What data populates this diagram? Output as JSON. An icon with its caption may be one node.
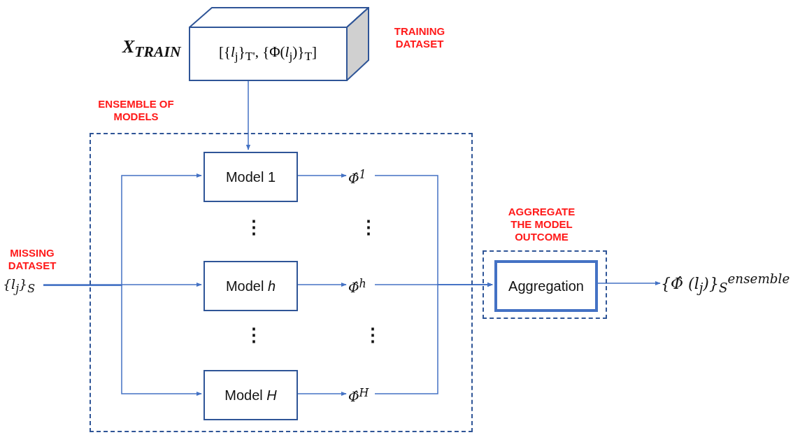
{
  "diagram": {
    "nodes": [
      {
        "text": [
          "ENSEMBLE OF MODELS"
        ]
      },
      {
        "text": [
          "[{*l*$_{j}$}$_{T'}$, {Φ(*l*$_{j}$)}$_{T}$]"
        ],
        "beside": [
          "X$_{TRAIN}$",
          "TRAINING DATASET"
        ]
      },
      {
        "text": [
          "Model 1"
        ],
        "in": 0
      },
      {
        "text": [
          "Model *h*"
        ],
        "in": 0
      },
      {
        "text": [
          "Model *H*"
        ],
        "in": 0
      },
      {
        "text": [
          "Φ̂$^{1}$"
        ],
        "in": 0
      },
      {
        "text": [
          "Φ̂$^{h}$"
        ],
        "in": 0
      },
      {
        "text": [
          "Φ̂$^{H}$"
        ],
        "in": 0
      },
      {
        "text": [
          "{*l*$_{j}$}$_{S}$"
        ],
        "beside": [
          "MISSING DATASET"
        ]
      },
      {
        "text": [
          "AGGREGATE THE MODEL OUTCOME"
        ]
      },
      {
        "text": [
          "Aggregation"
        ],
        "in": 9
      },
      {
        "text": [
          "{*Φ̂* (*l*$_{j}$)}$_{S}$$^{ensemble}$"
        ]
      }
    ],
    "edges": [
      {
        "from": 1,
        "to": 2,
        "arrow": "to"
      },
      {
        "from": 8,
        "to": 2,
        "arrow": "to"
      },
      {
        "from": 8,
        "to": 3,
        "arrow": "to"
      },
      {
        "from": 8,
        "to": 4,
        "arrow": "to"
      },
      {
        "from": 2,
        "to": 5,
        "arrow": "to"
      },
      {
        "from": 3,
        "to": 6,
        "arrow": "to"
      },
      {
        "from": 4,
        "to": 7,
        "arrow": "to"
      },
      {
        "from": 5,
        "to": 10,
        "arrow": "to"
      },
      {
        "from": 6,
        "to": 10,
        "arrow": "to"
      },
      {
        "from": 7,
        "to": 10,
        "arrow": "to"
      },
      {
        "from": 10,
        "to": 11,
        "arrow": "to"
      }
    ],
    "labels": [
      "⋮",
      "⋮",
      "⋮",
      "⋮"
    ]
  }
}
